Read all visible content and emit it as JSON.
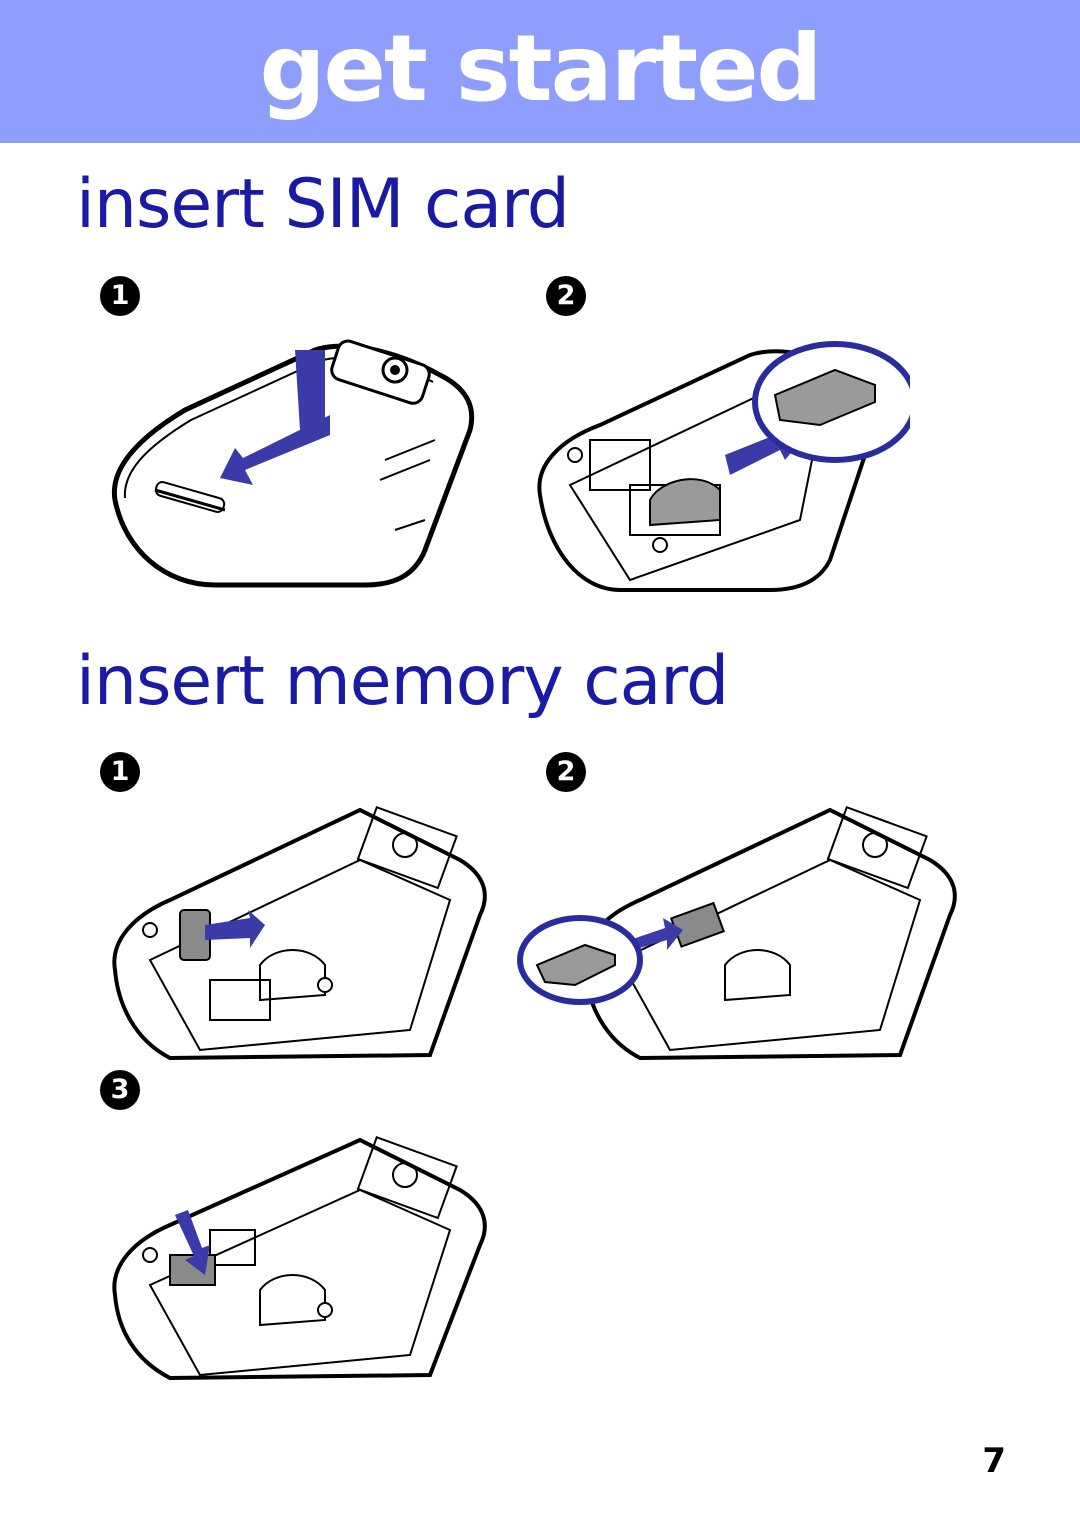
{
  "header": {
    "title": "get started",
    "background": "#8f9dfd",
    "text_color": "#ffffff"
  },
  "sim_section": {
    "heading": "insert SIM card",
    "steps": [
      {
        "number": "1",
        "illustration": "close-battery-door-illustration"
      },
      {
        "number": "2",
        "illustration": "insert-sim-card-illustration"
      }
    ]
  },
  "memory_section": {
    "heading": "insert memory card",
    "steps": [
      {
        "number": "1",
        "illustration": "open-card-holder-illustration"
      },
      {
        "number": "2",
        "illustration": "insert-memory-card-illustration"
      },
      {
        "number": "3",
        "illustration": "close-card-holder-illustration"
      }
    ]
  },
  "colors": {
    "heading": "#1a1aa6",
    "arrow": "#3a3aa8",
    "callout": "#2b2ba0"
  },
  "page_number": "7"
}
